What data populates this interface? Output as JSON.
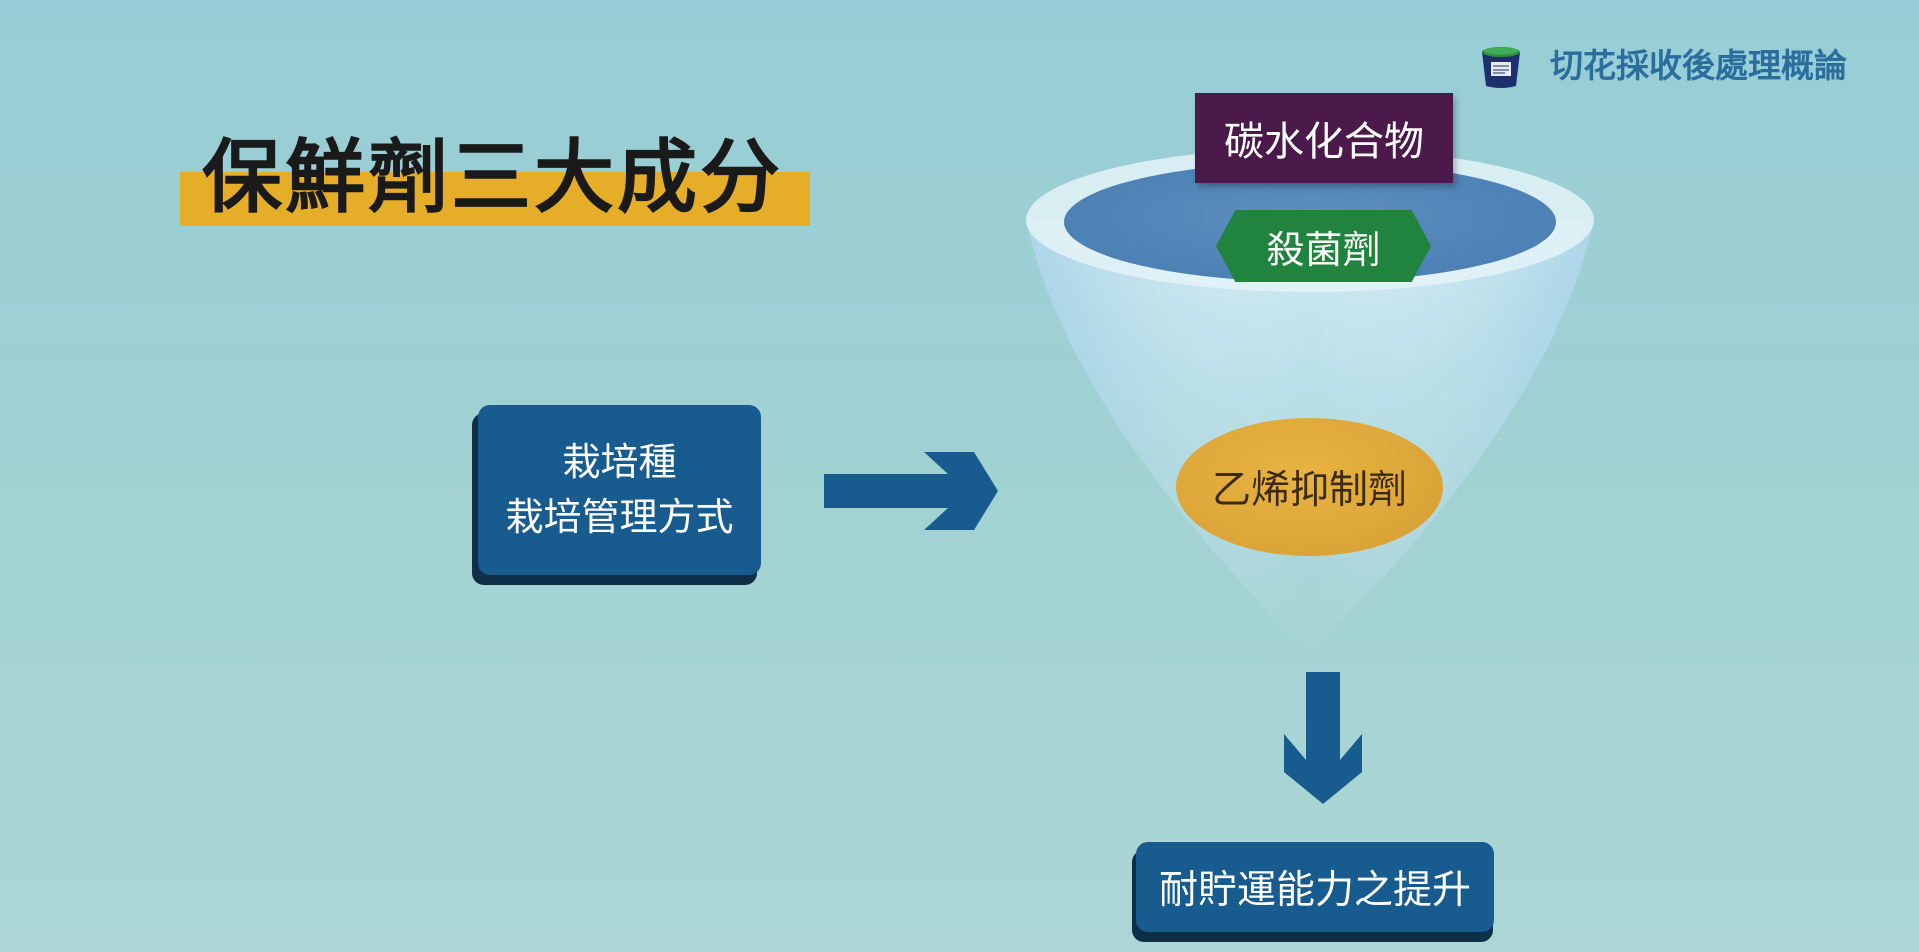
{
  "header": {
    "course_title": "切花採收後處理概論"
  },
  "slide": {
    "title": "保鮮劑三大成分"
  },
  "diagram": {
    "input_lines": [
      "栽培種",
      "栽培管理方式"
    ],
    "components": {
      "carbohydrate": "碳水化合物",
      "fungicide": "殺菌劑",
      "ethylene_inhibitor": "乙烯抑制劑"
    },
    "output": "耐貯運能力之提升"
  },
  "colors": {
    "background": "#9fd0d4",
    "title_highlight": "#e6ad29",
    "box_blue": "#175b8f",
    "carbohydrate_purple": "#4b1a4a",
    "fungicide_green": "#21843e",
    "ethylene_gold": "#dea73a",
    "course_title_blue": "#2a6e9e"
  },
  "icons": {
    "logo": "bucket-logo-icon",
    "process_arrow": "arrow-right-icon",
    "result_arrow": "arrow-down-icon"
  }
}
